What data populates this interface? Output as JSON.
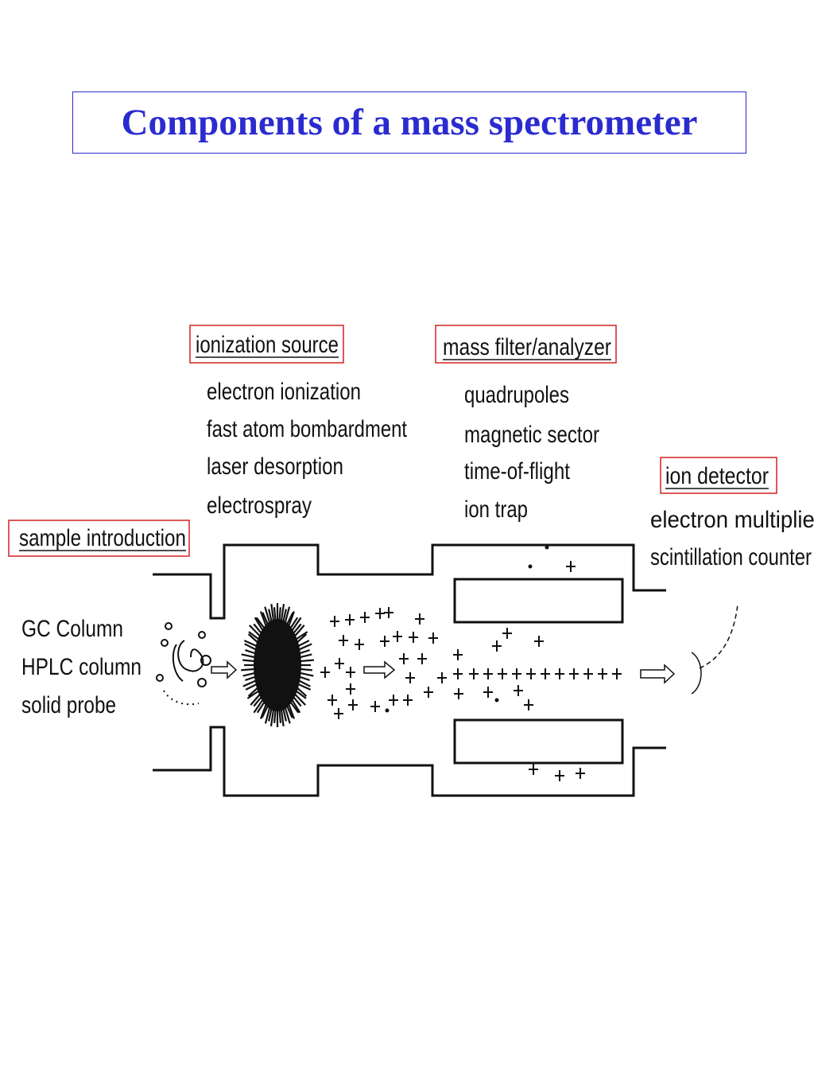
{
  "title": "Components of a mass spectrometer",
  "colors": {
    "title": "#2b2bd0",
    "label_box": "#d42020",
    "ink": "#111111"
  },
  "sections": {
    "sample_introduction": {
      "heading": "sample introduction",
      "items": [
        "GC Column",
        "HPLC column",
        "solid probe"
      ]
    },
    "ionization_source": {
      "heading": "ionization source",
      "items": [
        "electron ionization",
        "fast atom bombardment",
        "laser desorption",
        "electrospray"
      ]
    },
    "mass_filter": {
      "heading": "mass filter/analyzer",
      "items": [
        "quadrupoles",
        "magnetic sector",
        "time-of-flight",
        "ion trap"
      ]
    },
    "ion_detector": {
      "heading": "ion detector",
      "items": [
        "electron multiplier",
        "scintillation counter"
      ]
    }
  }
}
